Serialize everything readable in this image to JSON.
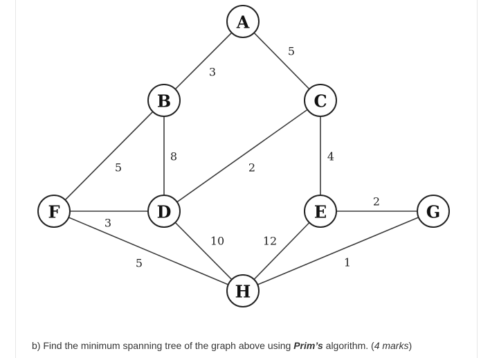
{
  "graph": {
    "nodes": [
      {
        "id": "A",
        "label": "A"
      },
      {
        "id": "B",
        "label": "B"
      },
      {
        "id": "C",
        "label": "C"
      },
      {
        "id": "D",
        "label": "D"
      },
      {
        "id": "E",
        "label": "E"
      },
      {
        "id": "F",
        "label": "F"
      },
      {
        "id": "G",
        "label": "G"
      },
      {
        "id": "H",
        "label": "H"
      }
    ],
    "edges": [
      {
        "from": "A",
        "to": "B",
        "weight": "3"
      },
      {
        "from": "A",
        "to": "C",
        "weight": "5"
      },
      {
        "from": "B",
        "to": "F",
        "weight": "5"
      },
      {
        "from": "B",
        "to": "D",
        "weight": "8"
      },
      {
        "from": "C",
        "to": "D",
        "weight": "2"
      },
      {
        "from": "C",
        "to": "E",
        "weight": "4"
      },
      {
        "from": "F",
        "to": "D",
        "weight": "3"
      },
      {
        "from": "F",
        "to": "H",
        "weight": "5"
      },
      {
        "from": "D",
        "to": "H",
        "weight": "10"
      },
      {
        "from": "E",
        "to": "H",
        "weight": "12"
      },
      {
        "from": "E",
        "to": "G",
        "weight": "2"
      },
      {
        "from": "G",
        "to": "H",
        "weight": "1"
      }
    ]
  },
  "question": {
    "prefix": "b) Find the minimum spanning tree of the graph above using ",
    "algorithm": "Prim’s",
    "middle": " algorithm. (",
    "marks": "4 marks",
    "suffix": ")"
  }
}
